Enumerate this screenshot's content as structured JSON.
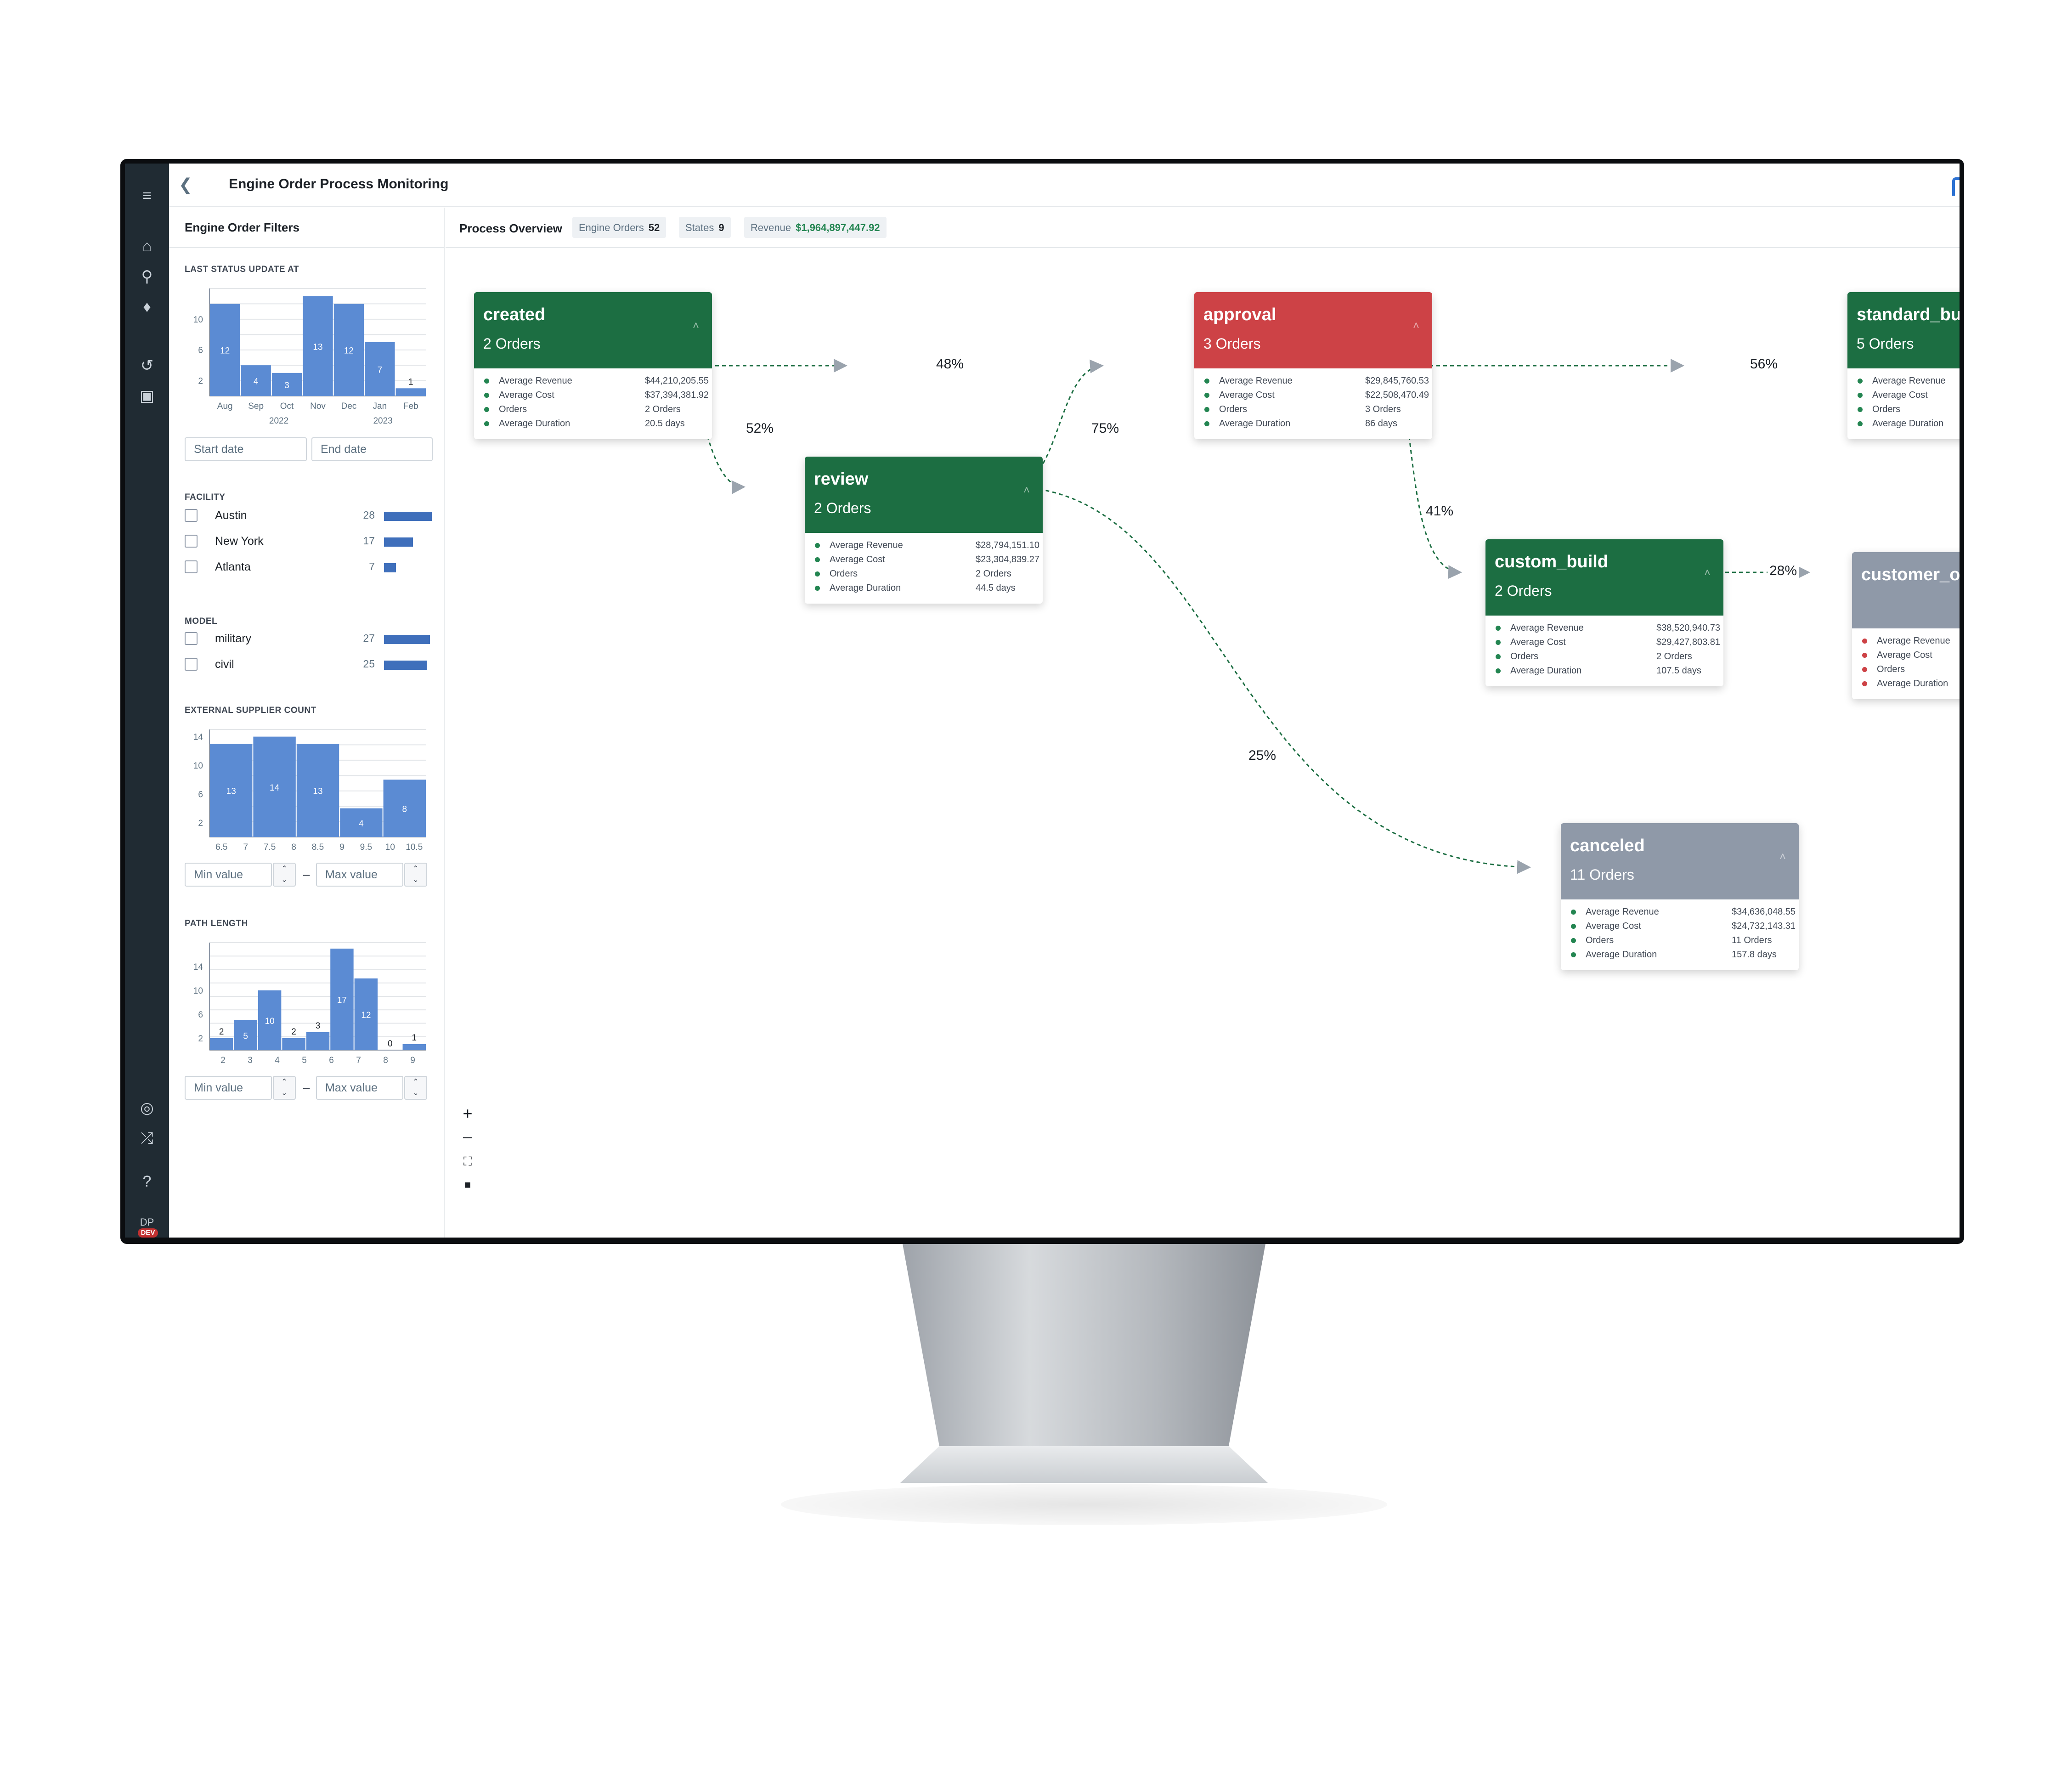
{
  "app": {
    "title": "Engine Order Process Monitoring"
  },
  "rail": {
    "icons": [
      "menu-icon",
      "home-icon",
      "search-icon",
      "bell-icon",
      "history-icon",
      "folder-icon",
      "globe-icon",
      "shuffle-icon",
      "help-icon"
    ],
    "avatar": "DP",
    "badge": "DEV"
  },
  "filters": {
    "title": "Engine Order Filters",
    "last_status": {
      "title": "LAST STATUS UPDATE AT",
      "y_ticks": [
        "10",
        "6",
        "2"
      ],
      "months": [
        "Aug",
        "Sep",
        "Oct",
        "Nov",
        "Dec",
        "Jan",
        "Feb"
      ],
      "years": [
        "2022",
        "2023"
      ],
      "values": [
        12,
        4,
        3,
        13,
        12,
        7,
        1
      ],
      "start_placeholder": "Start date",
      "end_placeholder": "End date"
    },
    "facility": {
      "title": "FACILITY",
      "items": [
        {
          "label": "Austin",
          "count": "28",
          "value": 28
        },
        {
          "label": "New York",
          "count": "17",
          "value": 17
        },
        {
          "label": "Atlanta",
          "count": "7",
          "value": 7
        }
      ]
    },
    "model": {
      "title": "MODEL",
      "items": [
        {
          "label": "military",
          "count": "27",
          "value": 27
        },
        {
          "label": "civil",
          "count": "25",
          "value": 25
        }
      ]
    },
    "supplier": {
      "title": "EXTERNAL SUPPLIER COUNT",
      "y_ticks": [
        "14",
        "10",
        "6",
        "2"
      ],
      "x_ticks": [
        "6.5",
        "7",
        "7.5",
        "8",
        "8.5",
        "9",
        "9.5",
        "10",
        "10.5"
      ],
      "values": [
        13,
        14,
        13,
        4,
        8
      ],
      "min_placeholder": "Min value",
      "max_placeholder": "Max value",
      "dash": "–"
    },
    "path_length": {
      "title": "PATH LENGTH",
      "y_ticks": [
        "14",
        "10",
        "6",
        "2"
      ],
      "x_ticks": [
        "2",
        "3",
        "4",
        "5",
        "6",
        "7",
        "8",
        "9"
      ],
      "values": [
        2,
        5,
        10,
        2,
        3,
        17,
        12,
        0,
        1
      ],
      "min_placeholder": "Min value",
      "max_placeholder": "Max value",
      "dash": "–"
    }
  },
  "overview": {
    "title": "Process Overview",
    "chips": [
      {
        "label": "Engine Orders",
        "value": "52"
      },
      {
        "label": "States",
        "value": "9"
      },
      {
        "label": "Revenue",
        "value": "$1,964,897,447.92"
      }
    ]
  },
  "metric_labels": [
    "Average Revenue",
    "Average Cost",
    "Orders",
    "Average Duration"
  ],
  "nodes": {
    "created": {
      "name": "created",
      "count": "2 Orders",
      "values": [
        "$44,210,205.55",
        "$37,394,381.92",
        "2 Orders",
        "20.5 days"
      ]
    },
    "review": {
      "name": "review",
      "count": "2 Orders",
      "values": [
        "$28,794,151.10",
        "$23,304,839.27",
        "2 Orders",
        "44.5 days"
      ]
    },
    "approval": {
      "name": "approval",
      "count": "3 Orders",
      "values": [
        "$29,845,760.53",
        "$22,508,470.49",
        "3 Orders",
        "86 days"
      ]
    },
    "standard_build": {
      "name": "standard_bu",
      "count": "5 Orders",
      "values": [
        "",
        "",
        "",
        ""
      ]
    },
    "custom_build": {
      "name": "custom_build",
      "count": "2 Orders",
      "values": [
        "$38,520,940.73",
        "$29,427,803.81",
        "2 Orders",
        "107.5 days"
      ]
    },
    "customer": {
      "name": "customer_o",
      "count": "",
      "values": [
        "",
        "",
        "",
        ""
      ]
    },
    "canceled": {
      "name": "canceled",
      "count": "11 Orders",
      "values": [
        "$34,636,048.55",
        "$24,732,143.31",
        "11 Orders",
        "157.8 days"
      ]
    }
  },
  "edges": {
    "created_approval": "48%",
    "created_review": "52%",
    "review_approval": "75%",
    "approval_standard": "56%",
    "approval_custom": "41%",
    "custom_customer": "28%",
    "review_canceled": "25%"
  },
  "colors": {
    "node_green": "#1c6e42",
    "node_red": "#cd4246",
    "node_gray": "#8f99a8",
    "bar_blue": "#3f6fbb",
    "edge": "#1c6e42",
    "revenue_green": "#238551"
  },
  "zoom_controls": [
    "+",
    "–",
    "fit-icon",
    "lock-icon"
  ]
}
